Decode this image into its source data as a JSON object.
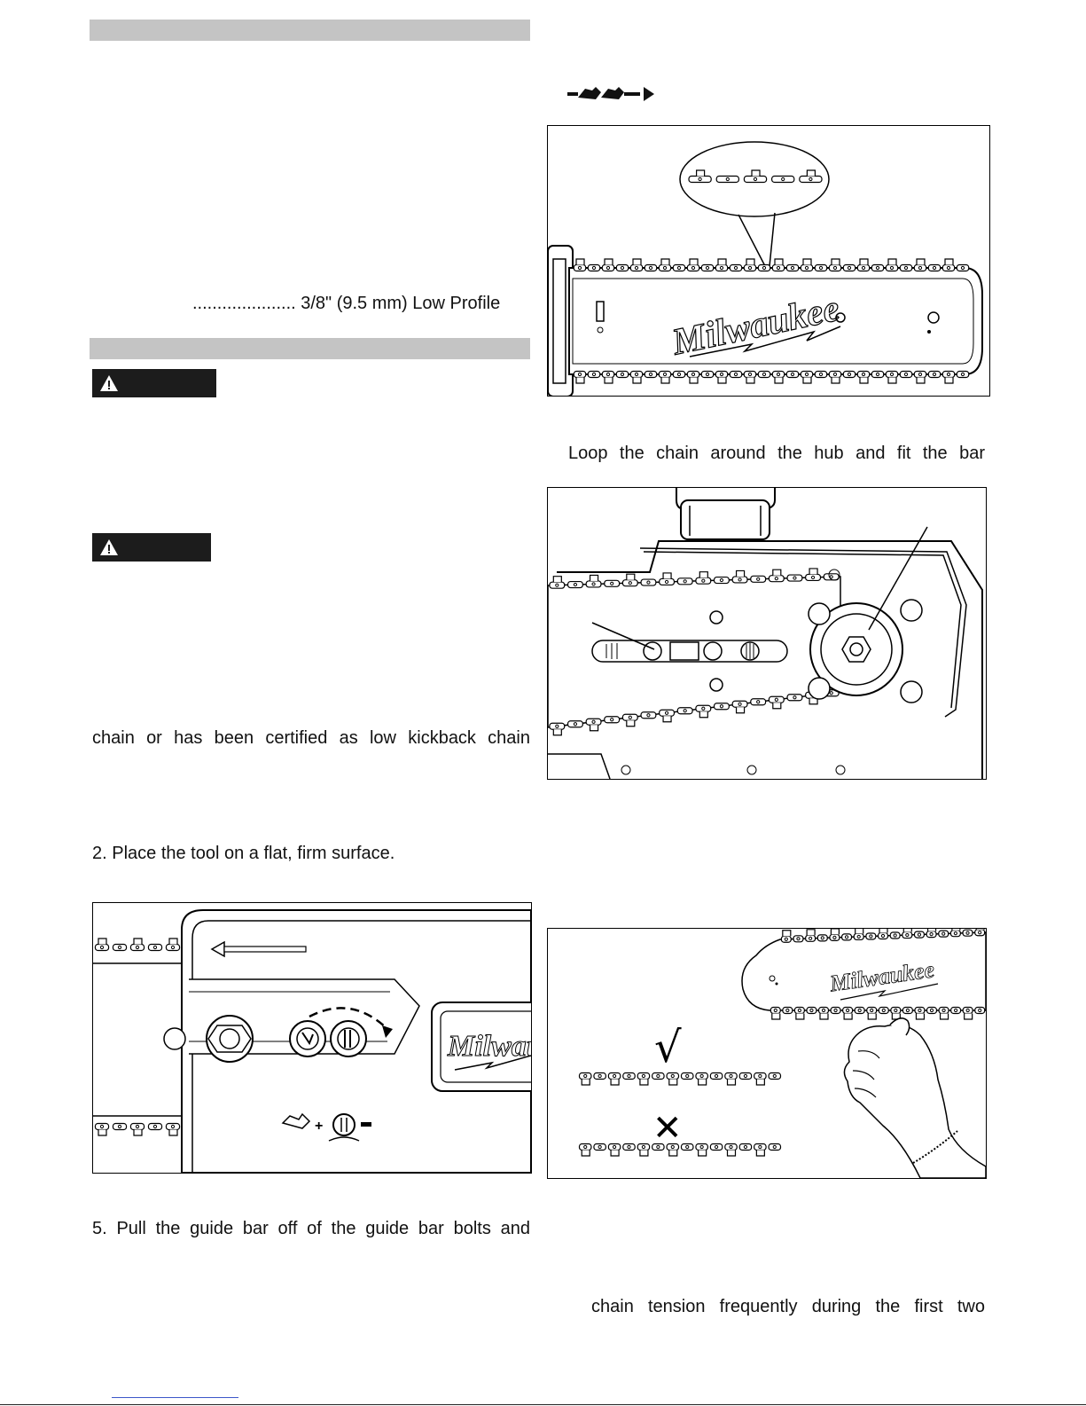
{
  "spec": {
    "chain_pitch_value": "..................... 3/8\" (9.5 mm) Low Profile"
  },
  "steps": {
    "loop_chain": "Loop the chain around the hub and fit the bar",
    "low_kickback": "chain or has been certified as low kickback chain",
    "step2": "2. Place the tool on a flat, firm surface.",
    "step5": "5. Pull the guide bar off of the guide bar bolts and",
    "tension_note": "chain tension frequently during the first two"
  },
  "figures": {
    "bar_logo": "Milwaukee",
    "cover_logo": "Milwauk",
    "tension_logo": "Milwaukee",
    "check_mark": "√",
    "x_mark": "✕"
  },
  "colors": {
    "section_bar": "#c4c4c4",
    "warning_bg": "#1c1c1c"
  }
}
